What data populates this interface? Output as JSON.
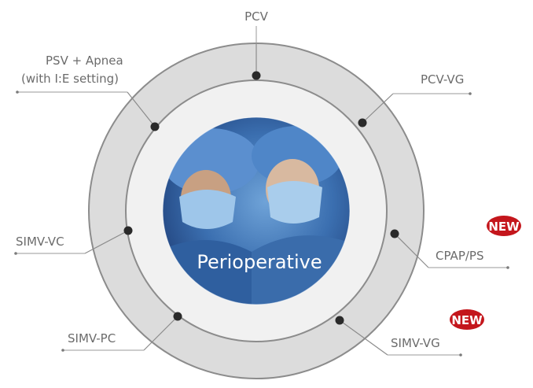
{
  "diagram": {
    "center_label": "Perioperative",
    "new_badge": "NEW",
    "colors": {
      "ring": "#dcdcdc",
      "inner": "#f1f1f1",
      "stroke": "#8c8c8c",
      "dot": "#2a2a2a",
      "text": "#6b6b6b",
      "badge": "#c4161c"
    },
    "modes": [
      {
        "label": "PCV"
      },
      {
        "label": "PCV-VG"
      },
      {
        "label": "CPAP/PS",
        "is_new": true
      },
      {
        "label": "SIMV-VG",
        "is_new": true
      },
      {
        "label": "SIMV-PC"
      },
      {
        "label": "SIMV-VC"
      },
      {
        "label_lines": [
          "PSV + Apnea",
          "(with I:E setting)"
        ]
      }
    ]
  }
}
